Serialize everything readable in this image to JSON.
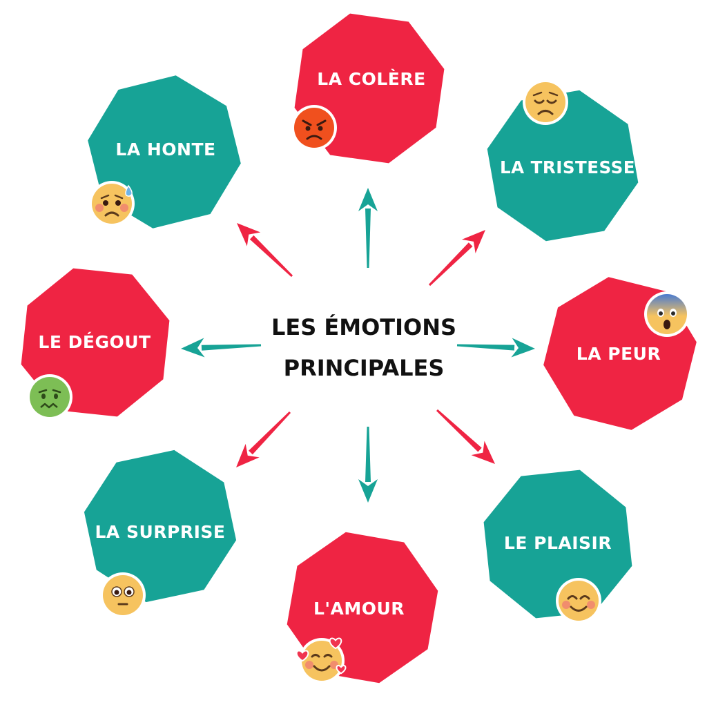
{
  "title_line1": "LES ÉMOTIONS",
  "title_line2": "PRINCIPALES",
  "colors": {
    "red": "#EF2443",
    "teal": "#17A396",
    "emoji_yellow": "#F6C35F",
    "emoji_red": "#F0501E",
    "emoji_green": "#7DBE55",
    "emoji_face_lines": "#5B3A1C",
    "heart": "#F0344F",
    "center_text": "#111111"
  },
  "emotions": [
    {
      "id": "colere",
      "label": "LA COLÈRE",
      "color": "red",
      "arrow": "teal",
      "icon": "angry-face-icon"
    },
    {
      "id": "tristesse",
      "label": "LA TRISTESSE",
      "color": "teal",
      "arrow": "red",
      "icon": "sad-face-icon"
    },
    {
      "id": "peur",
      "label": "LA PEUR",
      "color": "red",
      "arrow": "teal",
      "icon": "fearful-face-icon"
    },
    {
      "id": "plaisir",
      "label": "LE PLAISIR",
      "color": "teal",
      "arrow": "red",
      "icon": "smiling-face-icon"
    },
    {
      "id": "amour",
      "label": "L'AMOUR",
      "color": "red",
      "arrow": "teal",
      "icon": "heart-eyes-face-icon"
    },
    {
      "id": "surprise",
      "label": "LA SURPRISE",
      "color": "teal",
      "arrow": "red",
      "icon": "surprised-face-icon"
    },
    {
      "id": "degout",
      "label": "LE DÉGOUT",
      "color": "red",
      "arrow": "teal",
      "icon": "nauseated-face-icon"
    },
    {
      "id": "honte",
      "label": "LA HONTE",
      "color": "teal",
      "arrow": "red",
      "icon": "anxious-sweat-face-icon"
    }
  ]
}
